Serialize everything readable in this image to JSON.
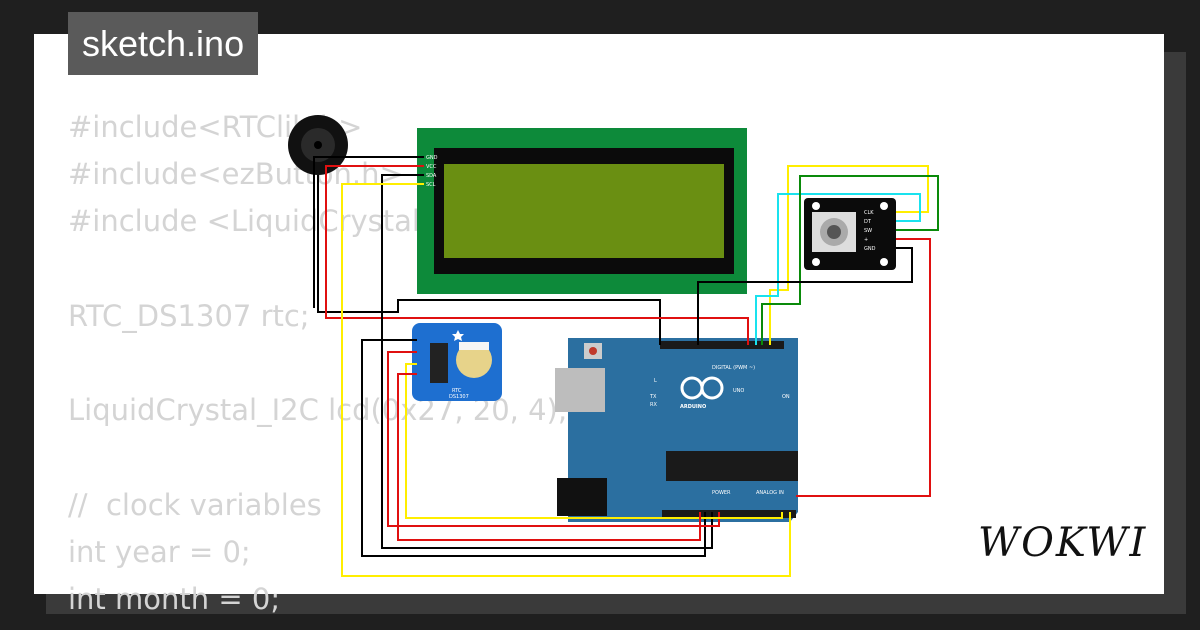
{
  "title": "sketch.ino",
  "brand": "WOKWI",
  "code_lines": [
    "#include<RTClib.h>",
    "#include<ezButton.h>",
    "#include <LiquidCrystal_I2C.h>",
    "",
    "RTC_DS1307 rtc;",
    "",
    "LiquidCrystal_I2C lcd(0x27, 20, 4);",
    "",
    "//  clock variables",
    "int year = 0;",
    "int month = 0;"
  ],
  "components": {
    "lcd": {
      "pins": [
        "GND",
        "VCC",
        "SDA",
        "SCL"
      ]
    },
    "rtc": {
      "label": "RTC",
      "model": "DS1307"
    },
    "encoder": {
      "pins": [
        "CLK",
        "DT",
        "SW",
        "+",
        "GND"
      ]
    },
    "arduino": {
      "brand": "ARDUINO",
      "model": "UNO",
      "digital_label": "DIGITAL (PWM ~)",
      "power_label": "POWER",
      "analog_label": "ANALOG IN",
      "on_label": "ON",
      "l_label": "L",
      "tx_label": "TX",
      "rx_label": "RX"
    }
  },
  "colors": {
    "wire_red": "#e01010",
    "wire_black": "#000000",
    "wire_yellow": "#ffee00",
    "wire_cyan": "#19e2ee",
    "wire_green": "#0a8a0a",
    "lcd_board": "#0d8a3a",
    "arduino_board": "#2b6fa0",
    "rtc_board": "#1e6fd0"
  }
}
